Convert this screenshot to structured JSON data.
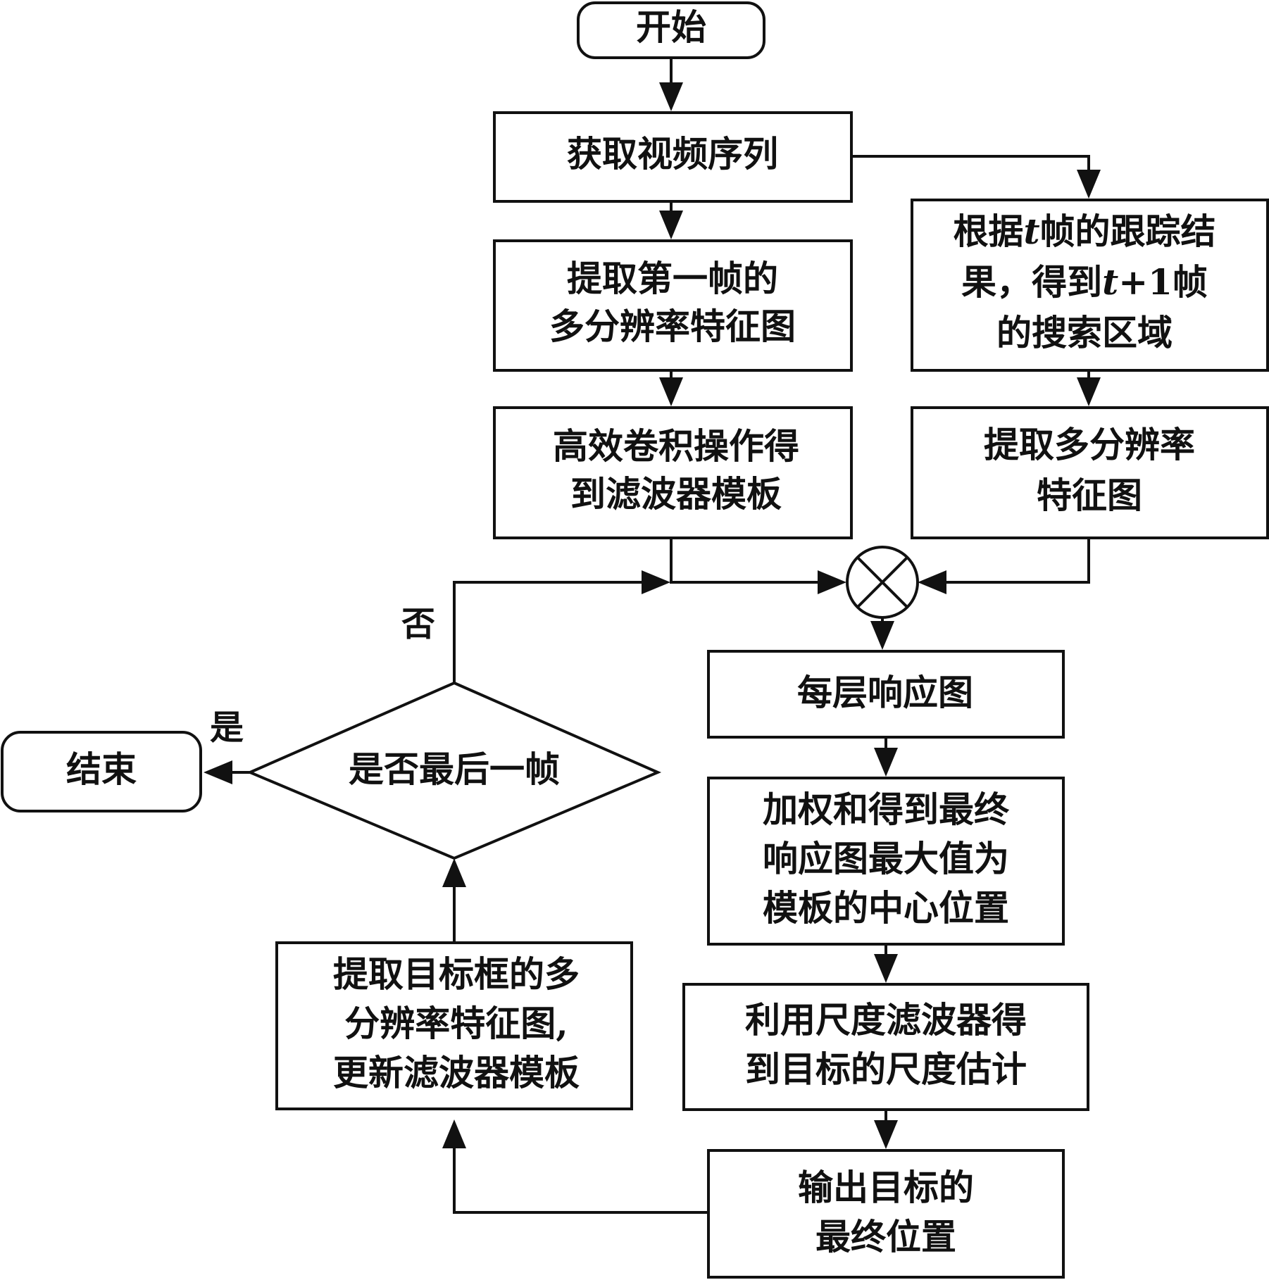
{
  "nodes": {
    "start": {
      "lines": [
        [
          {
            "t": "开始"
          }
        ]
      ]
    },
    "acquire": {
      "lines": [
        [
          {
            "t": "获取视频序列"
          }
        ]
      ]
    },
    "first_frame": {
      "lines": [
        [
          {
            "t": "提取第一帧的"
          }
        ],
        [
          {
            "t": "多分辨率特征图"
          }
        ]
      ]
    },
    "conv": {
      "lines": [
        [
          {
            "t": "高效卷积操作得"
          }
        ],
        [
          {
            "t": "到滤波器模板"
          }
        ]
      ]
    },
    "search": {
      "lines": [
        [
          {
            "t": "根据"
          },
          {
            "t": "t",
            "italic": true
          },
          {
            "t": "帧的跟踪结"
          }
        ],
        [
          {
            "t": "果，得到"
          },
          {
            "t": "t",
            "italic": true
          },
          {
            "t": "+1帧"
          }
        ],
        [
          {
            "t": "的搜索区域"
          }
        ]
      ]
    },
    "extract_features": {
      "lines": [
        [
          {
            "t": "提取多分辨率"
          }
        ],
        [
          {
            "t": "特征图"
          }
        ]
      ]
    },
    "multiply": {
      "symbol": "⊗"
    },
    "response": {
      "lines": [
        [
          {
            "t": "每层响应图"
          }
        ]
      ]
    },
    "weighted": {
      "lines": [
        [
          {
            "t": "加权和得到最终"
          }
        ],
        [
          {
            "t": "响应图最大值为"
          }
        ],
        [
          {
            "t": "模板的中心位置"
          }
        ]
      ]
    },
    "scale": {
      "lines": [
        [
          {
            "t": "利用尺度滤波器得"
          }
        ],
        [
          {
            "t": "到目标的尺度估计"
          }
        ]
      ]
    },
    "output": {
      "lines": [
        [
          {
            "t": "输出目标的"
          }
        ],
        [
          {
            "t": "最终位置"
          }
        ]
      ]
    },
    "update": {
      "lines": [
        [
          {
            "t": "提取目标框的多"
          }
        ],
        [
          {
            "t": "分辨率特征图,"
          }
        ],
        [
          {
            "t": "更新滤波器模板"
          }
        ]
      ]
    },
    "decision": {
      "lines": [
        [
          {
            "t": "是否最后一帧"
          }
        ]
      ]
    },
    "end": {
      "lines": [
        [
          {
            "t": "结束"
          }
        ]
      ]
    }
  },
  "edge_labels": {
    "yes": "是",
    "no": "否"
  }
}
